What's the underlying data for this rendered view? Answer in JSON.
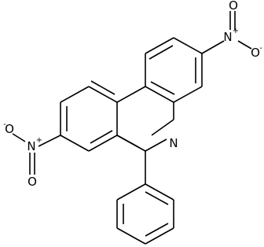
{
  "molecule": {
    "atoms": {
      "ring_nitrogen": "N",
      "nitro_right_n": "N",
      "nitro_right_plus": "+",
      "nitro_right_o_top": "O",
      "nitro_right_o_right": "O",
      "nitro_right_o_minus": "-",
      "nitro_left_n": "N",
      "nitro_left_plus": "+",
      "nitro_left_o_top": "O",
      "nitro_left_o_minus": "-",
      "nitro_left_o_bottom": "O"
    }
  }
}
